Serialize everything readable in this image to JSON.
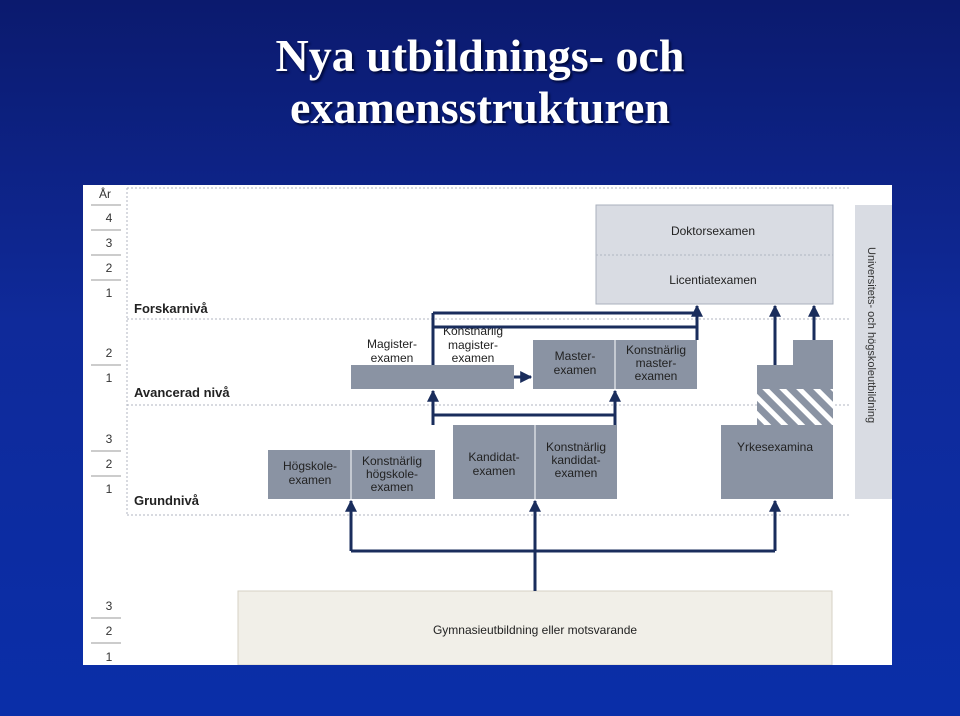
{
  "title_lines": [
    "Nya utbildnings- och",
    "examensstrukturen"
  ],
  "diagram": {
    "year_header": "År",
    "year_ticks": {
      "forskarniva": [
        "4",
        "3",
        "2",
        "1"
      ],
      "avancerad": [
        "2",
        "1"
      ],
      "grundniva": [
        "3",
        "2",
        "1"
      ],
      "gymnasie": [
        "3",
        "2",
        "1"
      ]
    },
    "levels": {
      "forskarniva": "Forskarnivå",
      "avancerad": "Avancerad nivå",
      "grundniva": "Grundnivå"
    },
    "boxes": {
      "doktorsexamen": "Doktorsexamen",
      "licentiatexamen": "Licentiatexamen",
      "magisterexamen": [
        "Magister-",
        "examen"
      ],
      "konstnarlig_magister": [
        "Konstnärlig",
        "magister-",
        "examen"
      ],
      "masterexamen": [
        "Master-",
        "examen"
      ],
      "konstnarlig_master": [
        "Konstnärlig",
        "master-",
        "examen"
      ],
      "hogskoleexamen": [
        "Högskole-",
        "examen"
      ],
      "konstnarlig_hogskole": [
        "Konstnärlig",
        "högskole-",
        "examen"
      ],
      "kandidatexamen": [
        "Kandidat-",
        "examen"
      ],
      "konstnarlig_kandidat": [
        "Konstnärlig",
        "kandidat-",
        "examen"
      ],
      "yrkesexamina": "Yrkesexamina",
      "gymnasie": "Gymnasieutbildning eller motsvarande"
    },
    "side_label": "Universitets- och högskoleutbildning"
  },
  "colors": {
    "box_dark": "#8a93a3",
    "box_light": "#d9dce3",
    "arrow": "#1a2d5c",
    "level_line": "#b0b6c2"
  }
}
